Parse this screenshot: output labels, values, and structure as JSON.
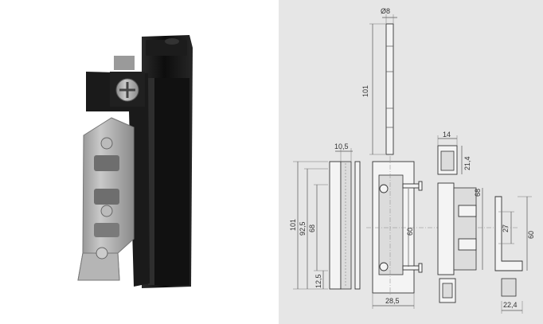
{
  "dimensions": {
    "pin_diameter": "Ø8",
    "pin_length": "101",
    "total_height": "101",
    "height_92_5": "92,5",
    "height_68_left": "68",
    "offset_12_5": "12,5",
    "width_10_5": "10,5",
    "center_60": "60",
    "width_28_5": "28,5",
    "width_14": "14",
    "depth_21_4": "21,4",
    "height_68_right": "68",
    "height_27": "27",
    "height_60_right": "60",
    "width_22_4": "22,4"
  },
  "colors": {
    "drawing_background": "#e6e6e6",
    "hinge_body": "#151515",
    "bracket_metal": "#a9a9a9"
  }
}
